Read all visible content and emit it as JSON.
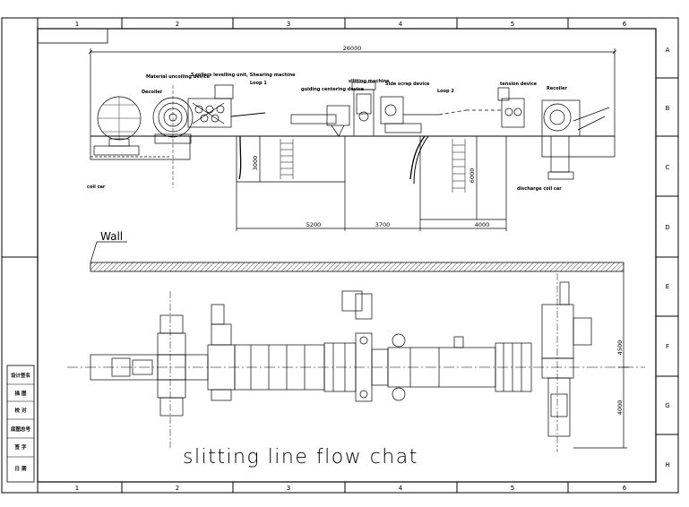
{
  "drawing": {
    "title": "slitting line flow chat",
    "wall_label": "Wall",
    "column_refs": [
      "1",
      "2",
      "3",
      "4",
      "5",
      "6"
    ],
    "row_refs": [
      "A",
      "B",
      "C",
      "D",
      "E",
      "F",
      "G",
      "H"
    ],
    "labels": {
      "material_uncoiling": "Material uncoiling device",
      "levelling": "5 rollers levelling unit, Shearing machine",
      "decoiler": "Decoiler",
      "loop1": "Loop 1",
      "guiding": "guiding centering device",
      "slitting": "slitting machine",
      "side_scrap": "Side scrap device",
      "loop2": "Loop 2",
      "tension": "tension device",
      "recoiler": "Recoiler",
      "coil_car": "coil car",
      "discharge_coil_car": "discharge coil car"
    },
    "dimensions": {
      "overall": "26000",
      "d5200": "5200",
      "d3700": "3700",
      "d4000": "4000",
      "depth3000": "3000",
      "depth6000": "6000",
      "plan4500": "4500",
      "plan4000": "4000"
    },
    "title_block_rows": [
      "设计签名",
      "描 图",
      "校 对",
      "底图总号",
      "签 字",
      "日 期"
    ]
  }
}
